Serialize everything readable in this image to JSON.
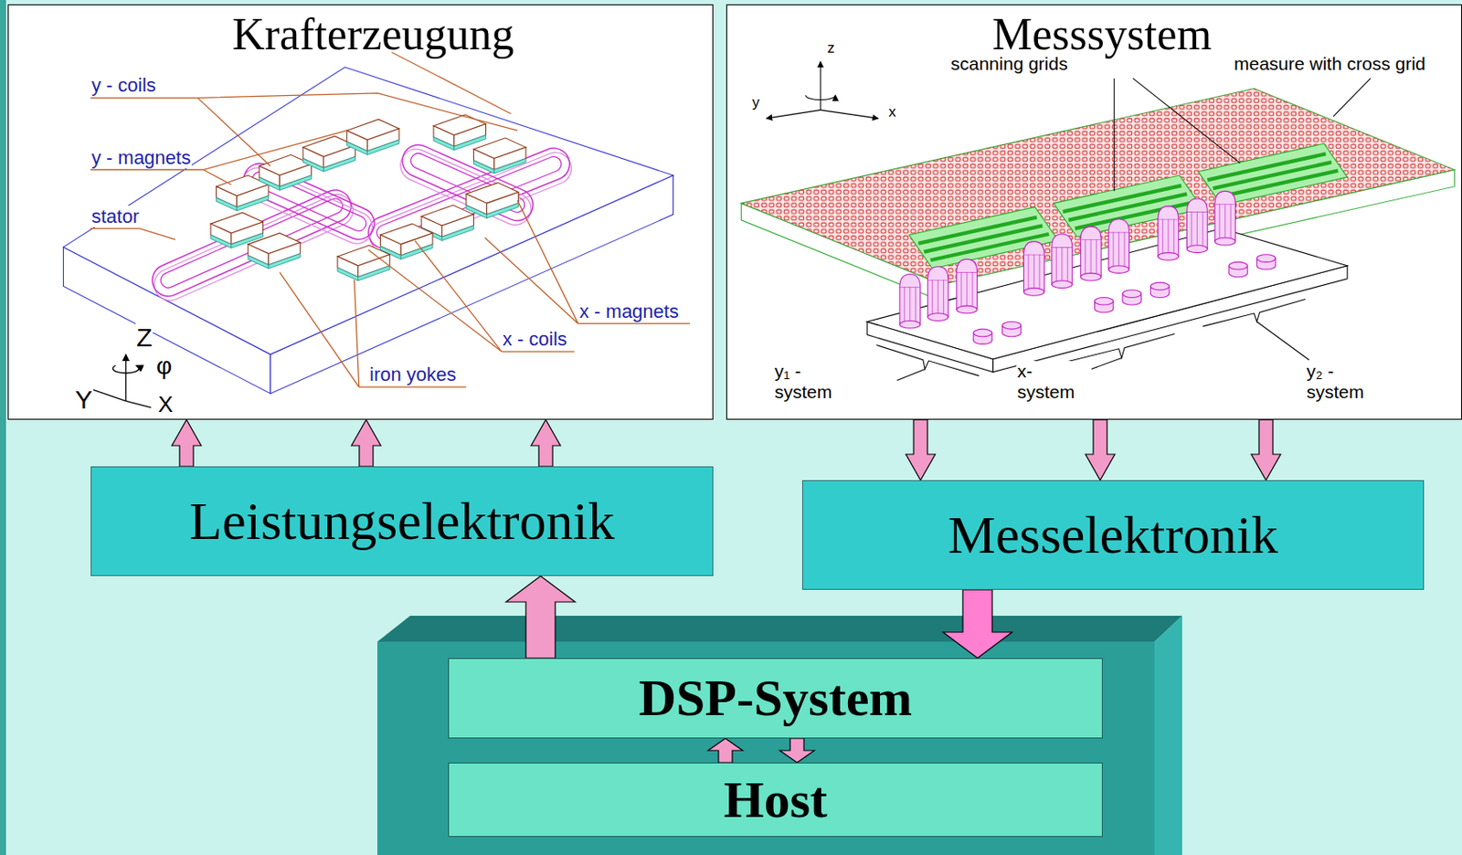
{
  "diagram": {
    "nodes": [
      {
        "text": [
          "Krafterzeugung"
        ]
      },
      {
        "text": [
          "Messsystem"
        ]
      },
      {
        "text": [
          "Leistungselektronik"
        ]
      },
      {
        "text": [
          "Messelektronik"
        ]
      },
      {
        "text": [
          "DSP-System"
        ]
      },
      {
        "text": [
          "Host"
        ]
      }
    ],
    "edges": [
      {
        "from": 2,
        "to": 0,
        "arrow": "to"
      },
      {
        "from": 2,
        "to": 0,
        "arrow": "to"
      },
      {
        "from": 2,
        "to": 0,
        "arrow": "to"
      },
      {
        "from": 1,
        "to": 3,
        "arrow": "to"
      },
      {
        "from": 1,
        "to": 3,
        "arrow": "to"
      },
      {
        "from": 1,
        "to": 3,
        "arrow": "to"
      },
      {
        "from": 4,
        "to": 2,
        "arrow": "to"
      },
      {
        "from": 3,
        "to": 4,
        "arrow": "to"
      },
      {
        "from": 5,
        "to": 4,
        "arrow": "to"
      },
      {
        "from": 4,
        "to": 5,
        "arrow": "to"
      }
    ],
    "labels": [
      "y - coils",
      "y - magnets",
      "stator",
      "x - magnets",
      "x - coils",
      "iron yokes",
      "Z",
      "φ",
      "Y",
      "X",
      "scanning grids",
      "measure with cross grid",
      "z",
      "y",
      "x",
      "y₁ - system",
      "x- system",
      "y₂ - system"
    ]
  }
}
